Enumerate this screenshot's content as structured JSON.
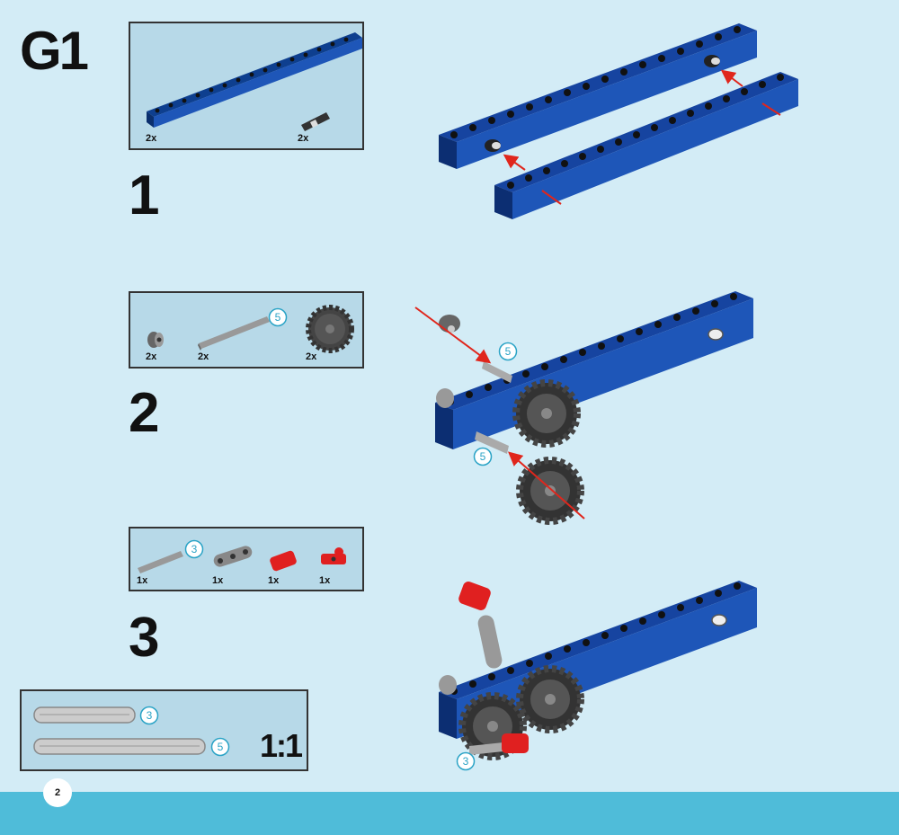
{
  "page": {
    "title": "G1",
    "number": "2"
  },
  "steps": [
    {
      "number": "1",
      "parts": [
        {
          "name": "beam",
          "qty": "2x"
        },
        {
          "name": "pin",
          "qty": "2x"
        }
      ]
    },
    {
      "number": "2",
      "parts": [
        {
          "name": "bush",
          "qty": "2x"
        },
        {
          "name": "axle",
          "qty": "2x",
          "length": "5"
        },
        {
          "name": "gear",
          "qty": "2x"
        }
      ]
    },
    {
      "number": "3",
      "parts": [
        {
          "name": "axle",
          "qty": "1x",
          "length": "3"
        },
        {
          "name": "liftarm",
          "qty": "1x"
        },
        {
          "name": "red-connector",
          "qty": "1x"
        },
        {
          "name": "red-pin",
          "qty": "1x"
        }
      ]
    }
  ],
  "ruler": {
    "scale": "1:1",
    "axles": [
      "3",
      "5"
    ]
  },
  "callouts": {
    "step2_axle_top": "5",
    "step2_axle_bottom": "5",
    "step3_axle": "3"
  },
  "colors": {
    "background": "#d3ecf6",
    "parts_box": "#b7d9e8",
    "footer": "#4fbcd9",
    "beam_blue": "#1e56b8",
    "arrow_red": "#e0261c",
    "gear_gray": "#555555",
    "red_part": "#e02020"
  }
}
